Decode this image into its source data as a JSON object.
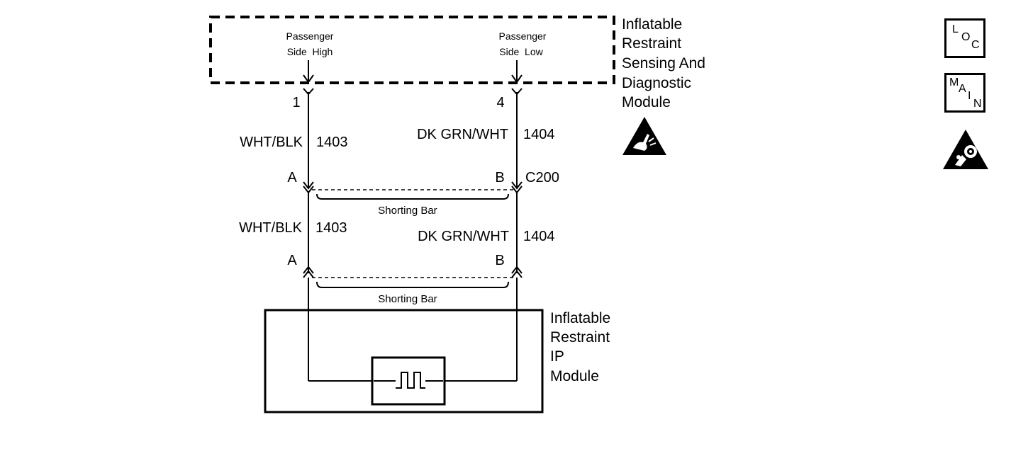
{
  "ecu_module": {
    "title_lines": [
      "Inflatable",
      "Restraint",
      "Sensing And",
      "Diagnostic",
      "Module"
    ],
    "pin_high": {
      "lines": [
        "Passenger",
        "Side  High"
      ],
      "pin_number": "1"
    },
    "pin_low": {
      "lines": [
        "Passenger",
        "Side  Low"
      ],
      "pin_number": "4"
    }
  },
  "upper_wires": {
    "left": {
      "color": "WHT/BLK",
      "circuit": "1403"
    },
    "right": {
      "color": "DK GRN/WHT",
      "circuit": "1404"
    }
  },
  "connector_c200": {
    "name": "C200",
    "left_terminal": "A",
    "right_terminal": "B",
    "shorting_bar_label": "Shorting Bar"
  },
  "lower_wires": {
    "left": {
      "color": "WHT/BLK",
      "circuit": "1403"
    },
    "right": {
      "color": "DK GRN/WHT",
      "circuit": "1404"
    }
  },
  "ip_connector": {
    "left_terminal": "A",
    "right_terminal": "B",
    "shorting_bar_label": "Shorting Bar"
  },
  "ip_module": {
    "title_lines": [
      "Inflatable",
      "Restraint",
      "IP",
      "Module"
    ]
  },
  "icons": {
    "loc": {
      "letters": [
        "L",
        "O",
        "C"
      ],
      "name": "loc-icon"
    },
    "main": {
      "letters": [
        "M",
        "A",
        "I",
        "N"
      ],
      "name": "main-icon"
    },
    "esd_warning": "esd-warning-icon",
    "airbag_warning": "airbag-warning-icon"
  }
}
